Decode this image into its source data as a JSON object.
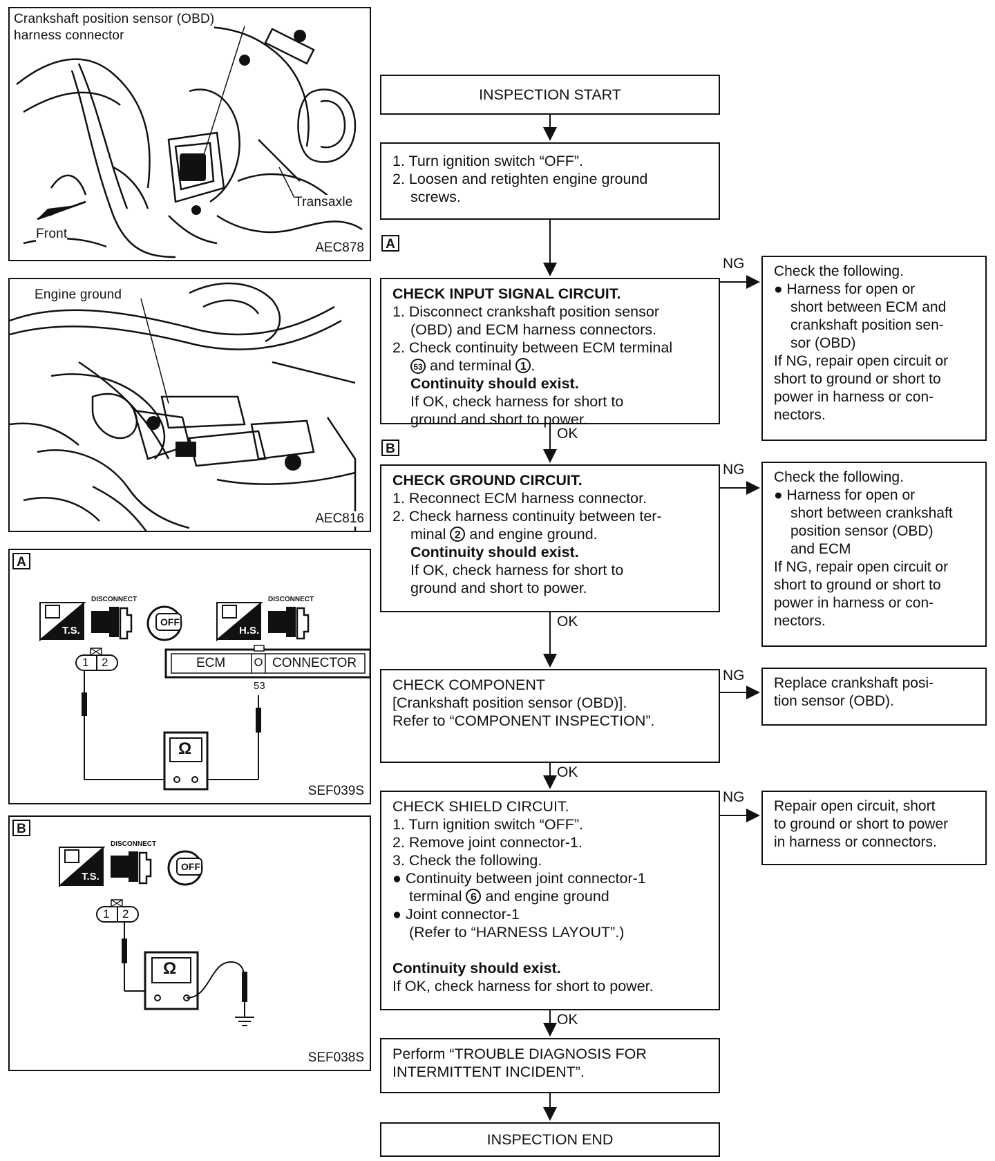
{
  "figures": {
    "fig1": {
      "callout_top": "Crankshaft position sensor (OBD)",
      "callout_bottom": "harness connector",
      "transaxle": "Transaxle",
      "front": "Front",
      "code": "AEC878"
    },
    "fig2": {
      "callout": "Engine ground",
      "code": "AEC816"
    },
    "figA": {
      "tag": "A",
      "ts": "T.S.",
      "hs": "H.S.",
      "disconnect": "DISCONNECT",
      "off": "OFF",
      "ecm": "ECM",
      "connector": "CONNECTOR",
      "pin_1": "1",
      "pin_2": "2",
      "terminal": "53",
      "ohm": "Ω",
      "code": "SEF039S"
    },
    "figB": {
      "tag": "B",
      "ts": "T.S.",
      "disconnect": "DISCONNECT",
      "off": "OFF",
      "pin_1": "1",
      "pin_2": "2",
      "ohm": "Ω",
      "code": "SEF038S"
    }
  },
  "flow": {
    "start": "INSPECTION START",
    "step1": {
      "l1": "1. Turn ignition switch “OFF”.",
      "l2": "2. Loosen and retighten engine ground",
      "l3": "screws."
    },
    "tagA": "A",
    "step2": {
      "title": "CHECK INPUT SIGNAL CIRCUIT.",
      "l1": "1. Disconnect crankshaft position sensor",
      "l2": "(OBD) and ECM harness connectors.",
      "l3": "2. Check continuity between ECM terminal",
      "t53": "53",
      "and": "and terminal",
      "t1": "1",
      "req": "Continuity should exist.",
      "ok1": "If OK, check harness for short to",
      "ok2": "ground and short to power.",
      "ng": "NG",
      "ok": "OK",
      "ng_box": {
        "l1": "Check the following.",
        "l2": "● Harness for open or",
        "l3": "short between ECM and",
        "l4": "crankshaft position sen-",
        "l5": "sor (OBD)",
        "l6": "If NG, repair open circuit or",
        "l7": "short to ground or short to",
        "l8": "power in harness or con-",
        "l9": "nectors."
      }
    },
    "tagB": "B",
    "step3": {
      "title": "CHECK GROUND CIRCUIT.",
      "l1": "1. Reconnect ECM harness connector.",
      "l2": "2. Check harness continuity between ter-",
      "l3a": "minal",
      "t2": "2",
      "l3b": "and engine ground.",
      "req": "Continuity should exist.",
      "ok1": "If OK, check harness for short to",
      "ok2": "ground and short to power.",
      "ng": "NG",
      "ok": "OK",
      "ng_box": {
        "l1": "Check the following.",
        "l2": "● Harness for open or",
        "l3": "short between crankshaft",
        "l4": "position sensor (OBD)",
        "l5": "and ECM",
        "l6": "If NG, repair open circuit or",
        "l7": "short to ground or short to",
        "l8": "power in harness or con-",
        "l9": "nectors."
      }
    },
    "step4": {
      "l1": "CHECK COMPONENT",
      "l2": "[Crankshaft position sensor (OBD)].",
      "l3": "Refer to “COMPONENT INSPECTION”.",
      "ng": "NG",
      "ok": "OK",
      "ng_box": {
        "l1": "Replace crankshaft posi-",
        "l2": "tion sensor (OBD)."
      }
    },
    "step5": {
      "l1": "CHECK SHIELD CIRCUIT.",
      "l2": "1. Turn ignition switch “OFF”.",
      "l3": "2. Remove joint connector-1.",
      "l4": "3. Check the following.",
      "l5": "● Continuity between joint connector-1",
      "l6a": "terminal",
      "t6": "6",
      "l6b": "and engine ground",
      "l7": "● Joint connector-1",
      "l8": "(Refer to “HARNESS LAYOUT”.)",
      "req": "Continuity should exist.",
      "ok1": "If OK, check harness for short to power.",
      "ng": "NG",
      "ok": "OK",
      "ng_box": {
        "l1": "Repair open circuit, short",
        "l2": "to ground or short to power",
        "l3": "in harness or connectors."
      }
    },
    "step6": {
      "l1": "Perform “TROUBLE DIAGNOSIS FOR",
      "l2": "INTERMITTENT INCIDENT”."
    },
    "end": "INSPECTION END"
  }
}
